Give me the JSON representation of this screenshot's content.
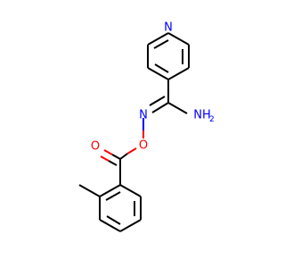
{
  "molecule": {
    "atoms": {
      "pyridine_n": {
        "symbol": "N",
        "color": "#0000ff"
      },
      "imine_n": {
        "symbol": "N",
        "color": "#0000ff"
      },
      "ester_o": {
        "symbol": "O",
        "color": "#ff0000"
      },
      "carbonyl_o": {
        "symbol": "O",
        "color": "#ff0000"
      },
      "amine": {
        "symbol": "NH",
        "subscript": "2",
        "color": "#0000ff"
      }
    }
  }
}
